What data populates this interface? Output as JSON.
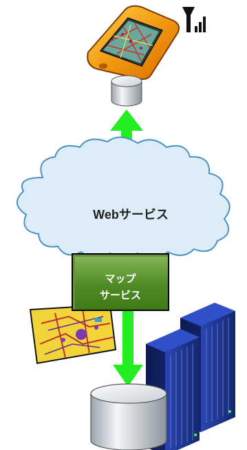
{
  "cloud": {
    "label": "Webサービス"
  },
  "map_service": {
    "line1": "マップ",
    "line2": "サービス"
  },
  "colors": {
    "arrow": "#22ee22",
    "cloud_fill": "#d9ecf8",
    "cloud_stroke": "#4a90c8",
    "box_fill": "#5a9a2c",
    "server": "#1b2f86",
    "device": "#f0a020"
  },
  "icons": [
    "mobile-gps-device-icon",
    "signal-strength-icon",
    "database-cylinder-icon",
    "map-thumbnail-icon",
    "server-rack-icon"
  ]
}
